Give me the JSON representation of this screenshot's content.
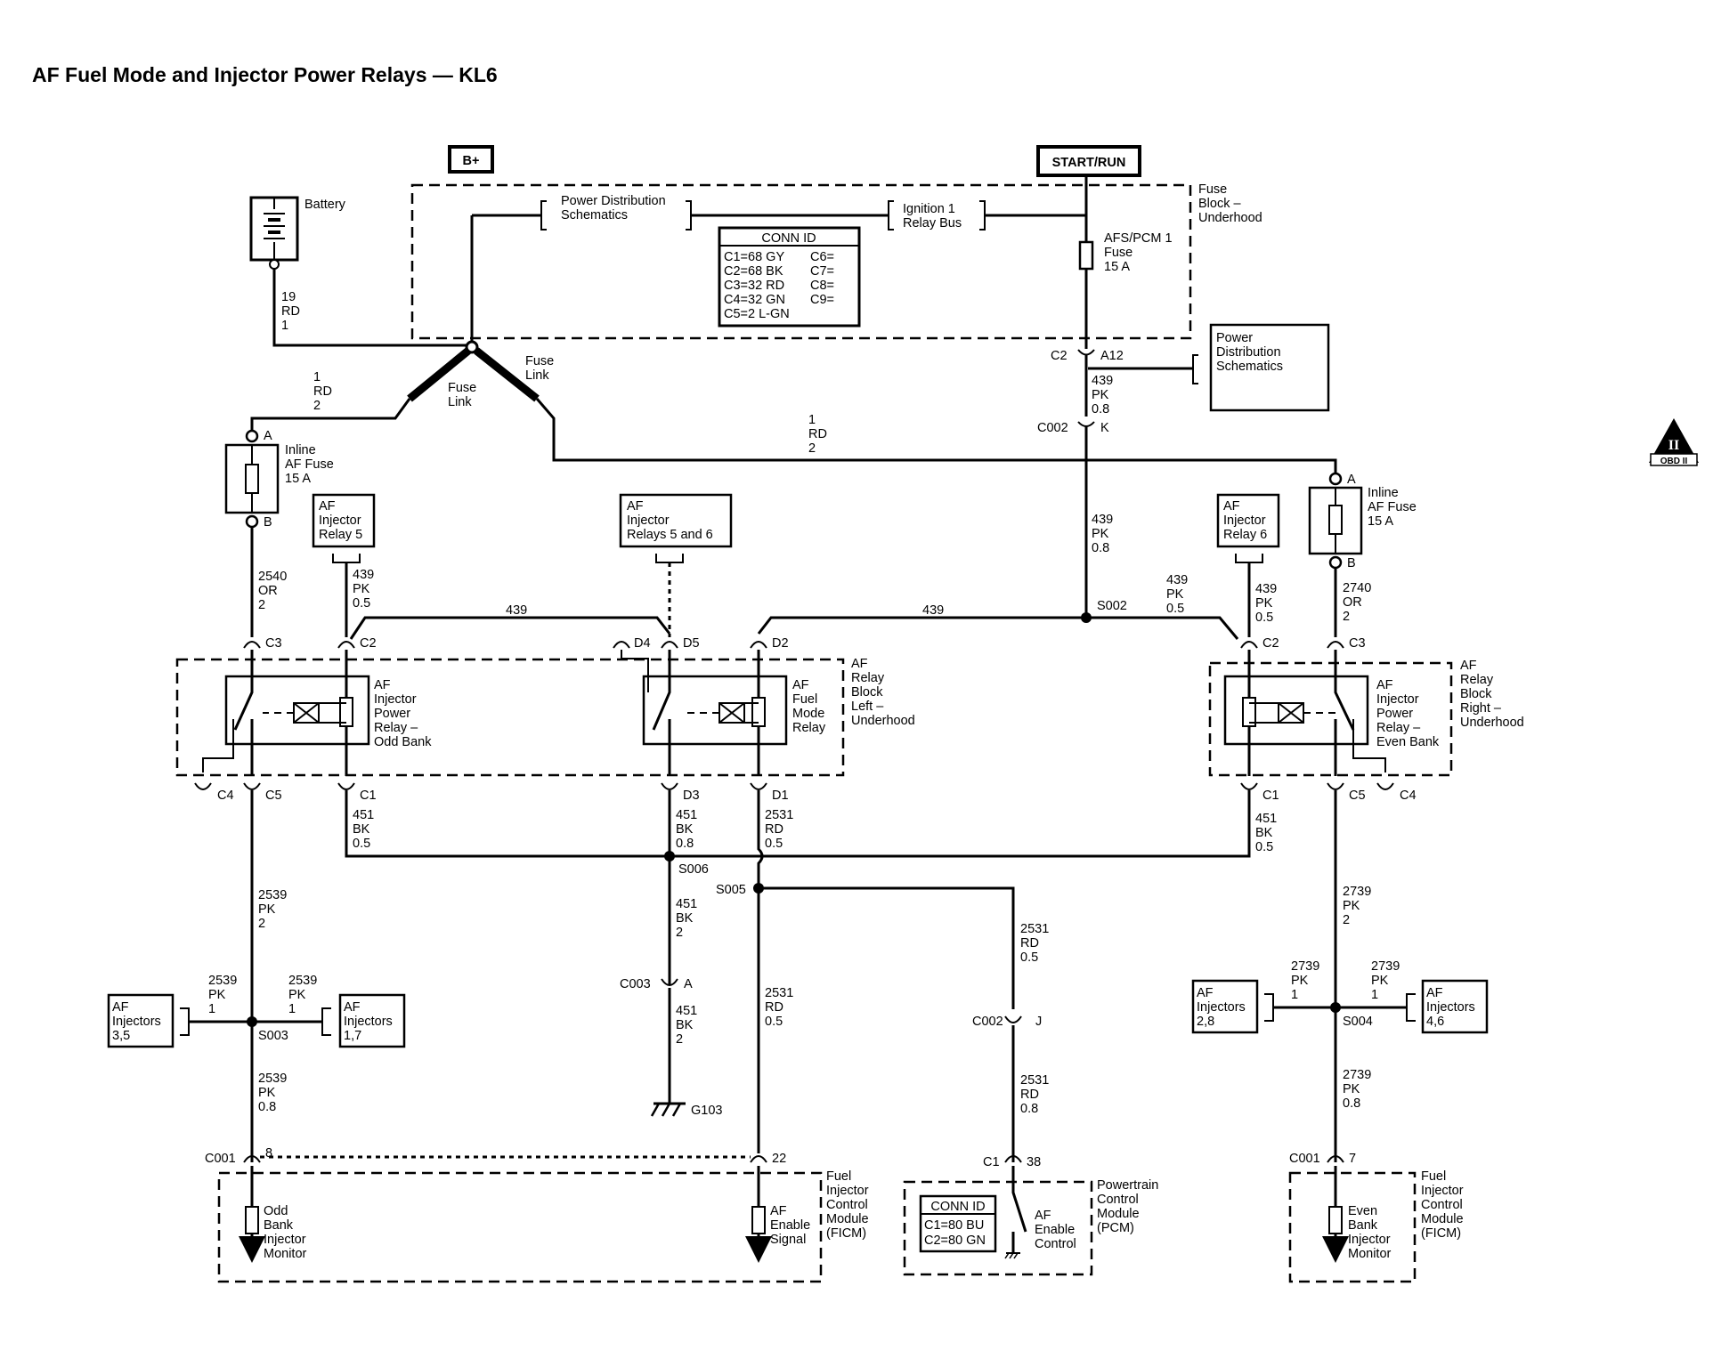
{
  "title": "AF Fuel Mode and Injector Power Relays — KL6",
  "power": {
    "bplus": "B+",
    "startrun": "START/RUN"
  },
  "fuse_block": [
    "Fuse",
    "Block –",
    "Underhood"
  ],
  "relay_left": [
    "AF",
    "Relay",
    "Block",
    "Left –",
    "Underhood"
  ],
  "relay_right": [
    "AF",
    "Relay",
    "Block",
    "Right –",
    "Underhood"
  ],
  "battery": "Battery",
  "pds1": [
    "Power Distribution",
    "Schematics"
  ],
  "ign": [
    "Ignition 1",
    "Relay Bus"
  ],
  "pds2": [
    "Power",
    "Distribution",
    "Schematics"
  ],
  "conn_id": {
    "title": "CONN ID",
    "rows": [
      "C1=68 GY",
      "C2=68 BK",
      "C3=32 RD",
      "C4=32 GN",
      "C5=2 L-GN"
    ],
    "rows2": [
      "C6=",
      "C7=",
      "C8=",
      "C9="
    ]
  },
  "pcm_conn": {
    "title": "CONN ID",
    "rows": [
      "C1=80 BU",
      "C2=80 GN"
    ]
  },
  "fuse_afs": [
    "AFS/PCM 1",
    "Fuse",
    "15 A"
  ],
  "fuse_link": [
    "Fuse",
    "Link"
  ],
  "inline_fuse": [
    "Inline",
    "AF Fuse",
    "15 A"
  ],
  "relay_odd": [
    "AF",
    "Injector",
    "Power",
    "Relay –",
    "Odd Bank"
  ],
  "relay_even": [
    "AF",
    "Injector",
    "Power",
    "Relay –",
    "Even Bank"
  ],
  "relay_fuel": [
    "AF",
    "Fuel",
    "Mode",
    "Relay"
  ],
  "ref_relay5": [
    "AF",
    "Injector",
    "Relay 5"
  ],
  "ref_relay56": [
    "AF",
    "Injector",
    "Relays 5 and 6"
  ],
  "ref_relay6": [
    "AF",
    "Injector",
    "Relay 6"
  ],
  "inj_35": [
    "AF",
    "Injectors",
    "3,5"
  ],
  "inj_17": [
    "AF",
    "Injectors",
    "1,7"
  ],
  "inj_28": [
    "AF",
    "Injectors",
    "2,8"
  ],
  "inj_46": [
    "AF",
    "Injectors",
    "4,6"
  ],
  "ficm": [
    "Fuel",
    "Injector",
    "Control",
    "Module",
    "(FICM)"
  ],
  "pcm": [
    "Powertrain",
    "Control",
    "Module",
    "(PCM)"
  ],
  "odd_mon": [
    "Odd",
    "Bank",
    "Injector",
    "Monitor"
  ],
  "even_mon": [
    "Even",
    "Bank",
    "Injector",
    "Monitor"
  ],
  "af_signal": [
    "AF",
    "Enable",
    "Signal"
  ],
  "af_control": [
    "AF",
    "Enable",
    "Control"
  ],
  "wires": {
    "w19": [
      "19",
      "RD",
      "1"
    ],
    "w1a": [
      "1",
      "RD",
      "2"
    ],
    "w1b": [
      "1",
      "RD",
      "2"
    ],
    "w439a": [
      "439",
      "PK",
      "0.8"
    ],
    "w439b": [
      "439",
      "PK",
      "0.8"
    ],
    "w2540": [
      "2540",
      "OR",
      "2"
    ],
    "w439c": [
      "439",
      "PK",
      "0.5"
    ],
    "w439d": [
      "439",
      "PK",
      "0.5"
    ],
    "w439e": [
      "439",
      "PK",
      "0.5"
    ],
    "w2740": [
      "2740",
      "OR",
      "2"
    ],
    "w439h1": "439",
    "w439h2": "439",
    "w451a": [
      "451",
      "BK",
      "0.5"
    ],
    "w451b": [
      "451",
      "BK",
      "0.8"
    ],
    "w2531a": [
      "2531",
      "RD",
      "0.5"
    ],
    "w451c": [
      "451",
      "BK",
      "0.5"
    ],
    "w2539a": [
      "2539",
      "PK",
      "2"
    ],
    "w451d": [
      "451",
      "BK",
      "2"
    ],
    "w2739a": [
      "2739",
      "PK",
      "2"
    ],
    "w2531b": [
      "2531",
      "RD",
      "0.5"
    ],
    "w2539b": [
      "2539",
      "PK",
      "1"
    ],
    "w2539c": [
      "2539",
      "PK",
      "1"
    ],
    "w2531c": [
      "2531",
      "RD",
      "0.5"
    ],
    "w451e": [
      "451",
      "BK",
      "2"
    ],
    "w2739b": [
      "2739",
      "PK",
      "1"
    ],
    "w2739c": [
      "2739",
      "PK",
      "1"
    ],
    "w2539d": [
      "2539",
      "PK",
      "0.8"
    ],
    "w2531d": [
      "2531",
      "RD",
      "0.8"
    ],
    "w2739d": [
      "2739",
      "PK",
      "0.8"
    ]
  },
  "conn_labels": {
    "c2": "C2",
    "a12": "A12",
    "c002": "C002",
    "k": "K",
    "a_l": "A",
    "b_l": "B",
    "a_r": "A",
    "b_r": "B",
    "c3_l": "C3",
    "c2_l": "C2",
    "d4": "D4",
    "d5": "D5",
    "d2": "D2",
    "c2_r": "C2",
    "c3_r": "C3",
    "c4_l": "C4",
    "c5_l": "C5",
    "c1_l": "C1",
    "d3": "D3",
    "d1": "D1",
    "c1_r": "C1",
    "c5_r": "C5",
    "c4_r": "C4",
    "c003": "C003",
    "a_c003": "A",
    "c002b": "C002",
    "j": "J",
    "c001_l": "C001",
    "p8": "8",
    "p22": "22",
    "c1_pcm": "C1",
    "p38": "38",
    "c001_r": "C001",
    "p7": "7"
  },
  "splices": {
    "s002": "S002",
    "s006": "S006",
    "s005": "S005",
    "s003": "S003",
    "s004": "S004",
    "g103": "G103"
  },
  "obd": {
    "top": "II",
    "bottom": "OBD II"
  }
}
